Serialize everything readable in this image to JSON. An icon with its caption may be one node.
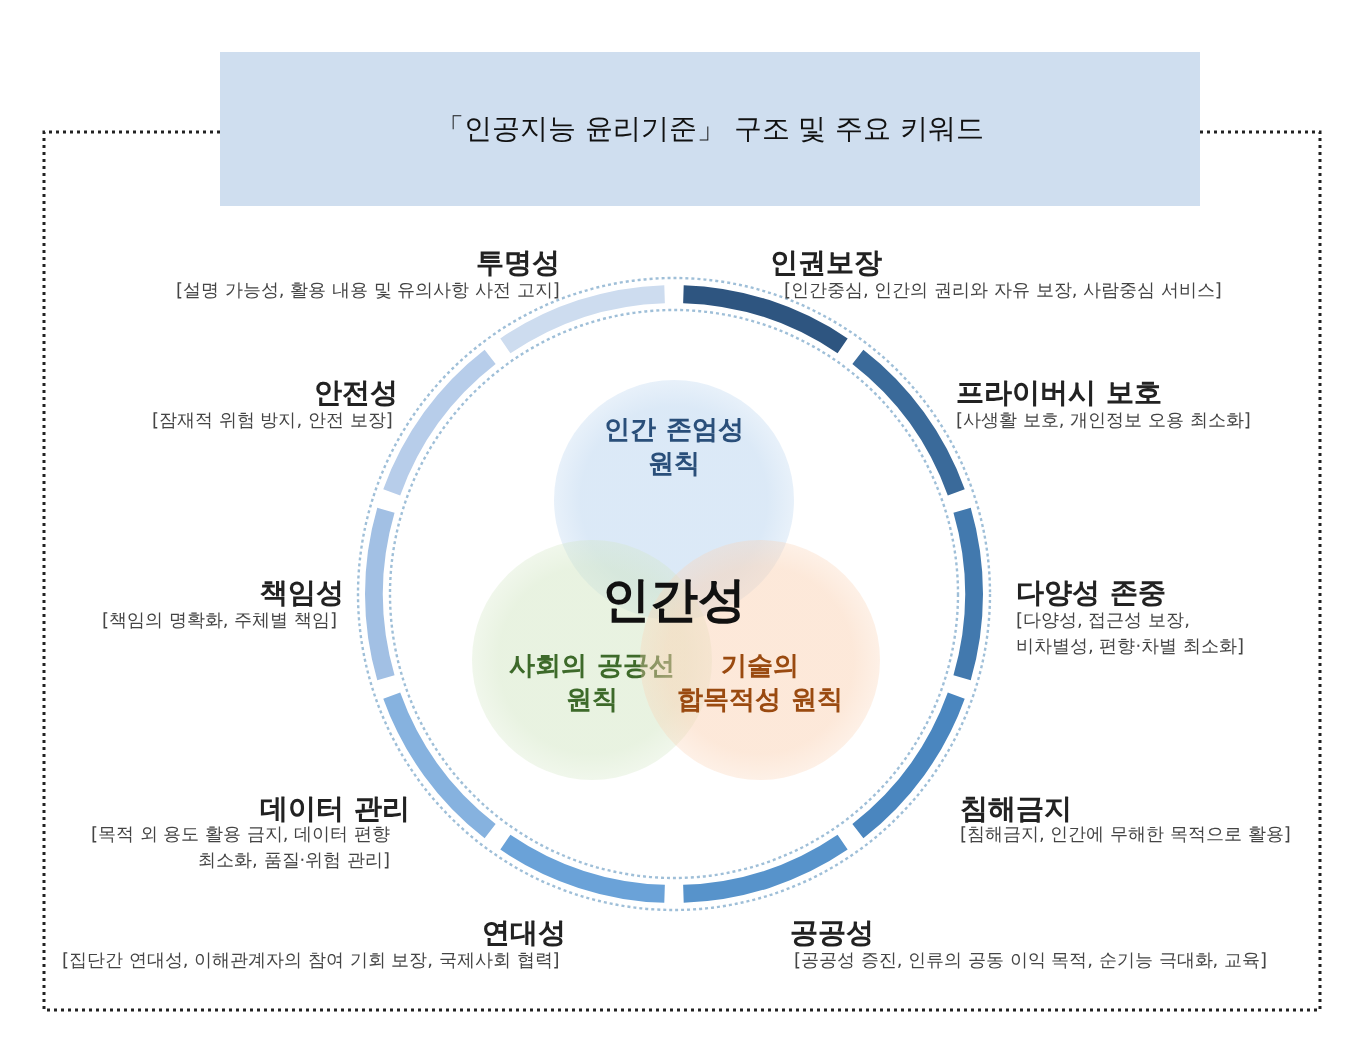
{
  "diagram": {
    "title": "「인공지능 윤리기준」 구조 및 주요 키워드",
    "nodes": [
      {
        "text": [
          "인간 존엄성 원칙"
        ]
      },
      {
        "text": [
          "사회의 공공선 원칙"
        ]
      },
      {
        "text": [
          "기술의 합목적성 원칙"
        ]
      }
    ],
    "labels": [
      "투명성",
      "[설명 가능성, 활용 내용 및 유의사항 사전 고지]",
      "인권보장",
      "[인간중심, 인간의 권리와 자유 보장, 사람중심 서비스]",
      "안전성",
      "[잠재적 위험 방지, 안전 보장]",
      "프라이버시 보호",
      "[사생활 보호, 개인정보 오용 최소화]",
      "인간성",
      "책임성",
      "[책임의 명확화, 주체별 책임]",
      "다양성 존중",
      "[다양성, 접근성 보장, 비차별성, 편향·차별 최소화]",
      "데이터 관리",
      "[목적 외 용도 활용 금지, 데이터 편향 최소화, 품질·위험 관리]",
      "침해금지",
      "[침해금지, 인간에 무해한 목적으로 활용]",
      "연대성",
      "[집단간 연대성, 이해관계자의 참여 기회 보장, 국제사회 협력]",
      "공공성",
      "[공공성 증진, 인류의 공동 이익 목적, 순기능 극대화, 교육]"
    ]
  }
}
